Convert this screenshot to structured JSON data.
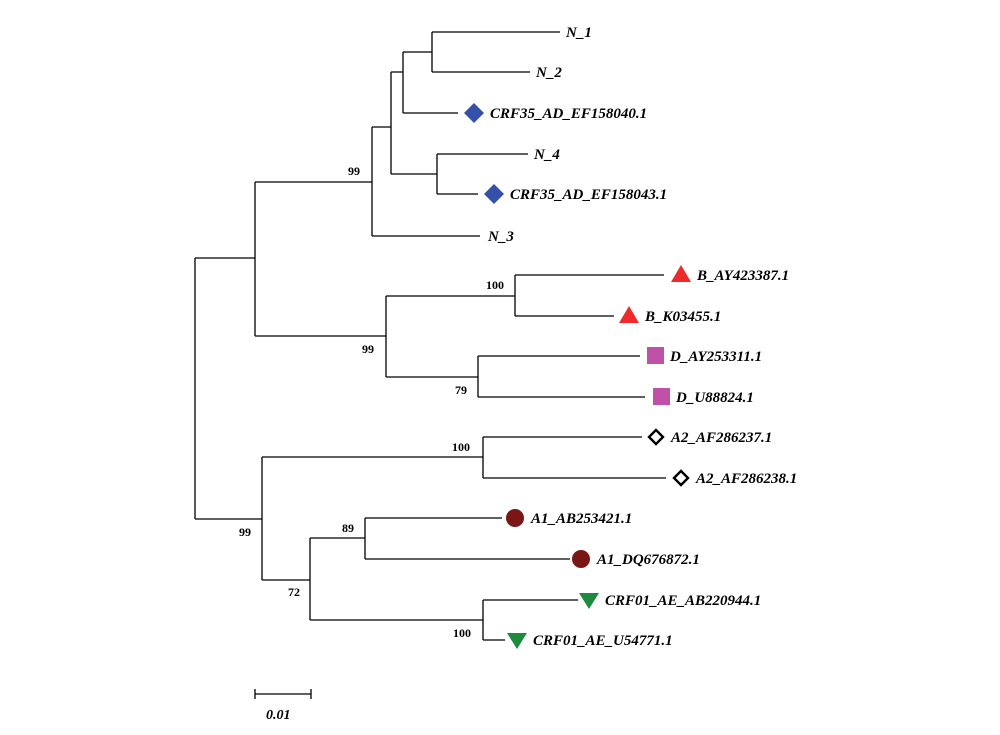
{
  "colors": {
    "CRF35_AD": "#3550a8",
    "B": "#ee2a2a",
    "D": "#c050a8",
    "A2": "#000000",
    "A1": "#7a1616",
    "CRF01_AE": "#1e8a3c"
  },
  "leaves": [
    {
      "label": "N_1",
      "marker": "none",
      "group": ""
    },
    {
      "label": "N_2",
      "marker": "none",
      "group": ""
    },
    {
      "label": "CRF35_AD_EF158040.1",
      "marker": "diamond-icon",
      "group": "CRF35_AD"
    },
    {
      "label": "N_4",
      "marker": "none",
      "group": ""
    },
    {
      "label": "CRF35_AD_EF158043.1",
      "marker": "diamond-icon",
      "group": "CRF35_AD"
    },
    {
      "label": "N_3",
      "marker": "none",
      "group": ""
    },
    {
      "label": "B_AY423387.1",
      "marker": "triangle-up-icon",
      "group": "B"
    },
    {
      "label": "B_K03455.1",
      "marker": "triangle-up-icon",
      "group": "B"
    },
    {
      "label": "D_AY253311.1",
      "marker": "square-icon",
      "group": "D"
    },
    {
      "label": "D_U88824.1",
      "marker": "square-icon",
      "group": "D"
    },
    {
      "label": "A2_AF286237.1",
      "marker": "open-diamond-icon",
      "group": "A2"
    },
    {
      "label": "A2_AF286238.1",
      "marker": "open-diamond-icon",
      "group": "A2"
    },
    {
      "label": "A1_AB253421.1",
      "marker": "circle-icon",
      "group": "A1"
    },
    {
      "label": "A1_DQ676872.1",
      "marker": "circle-icon",
      "group": "A1"
    },
    {
      "label": "CRF01_AE_AB220944.1",
      "marker": "triangle-down-icon",
      "group": "CRF01_AE"
    },
    {
      "label": "CRF01_AE_U54771.1",
      "marker": "triangle-down-icon",
      "group": "CRF01_AE"
    }
  ],
  "bootstrap_values": [
    "99",
    "100",
    "99",
    "79",
    "100",
    "89",
    "99",
    "72",
    "100"
  ],
  "scale_bar": {
    "label": "0.01"
  }
}
